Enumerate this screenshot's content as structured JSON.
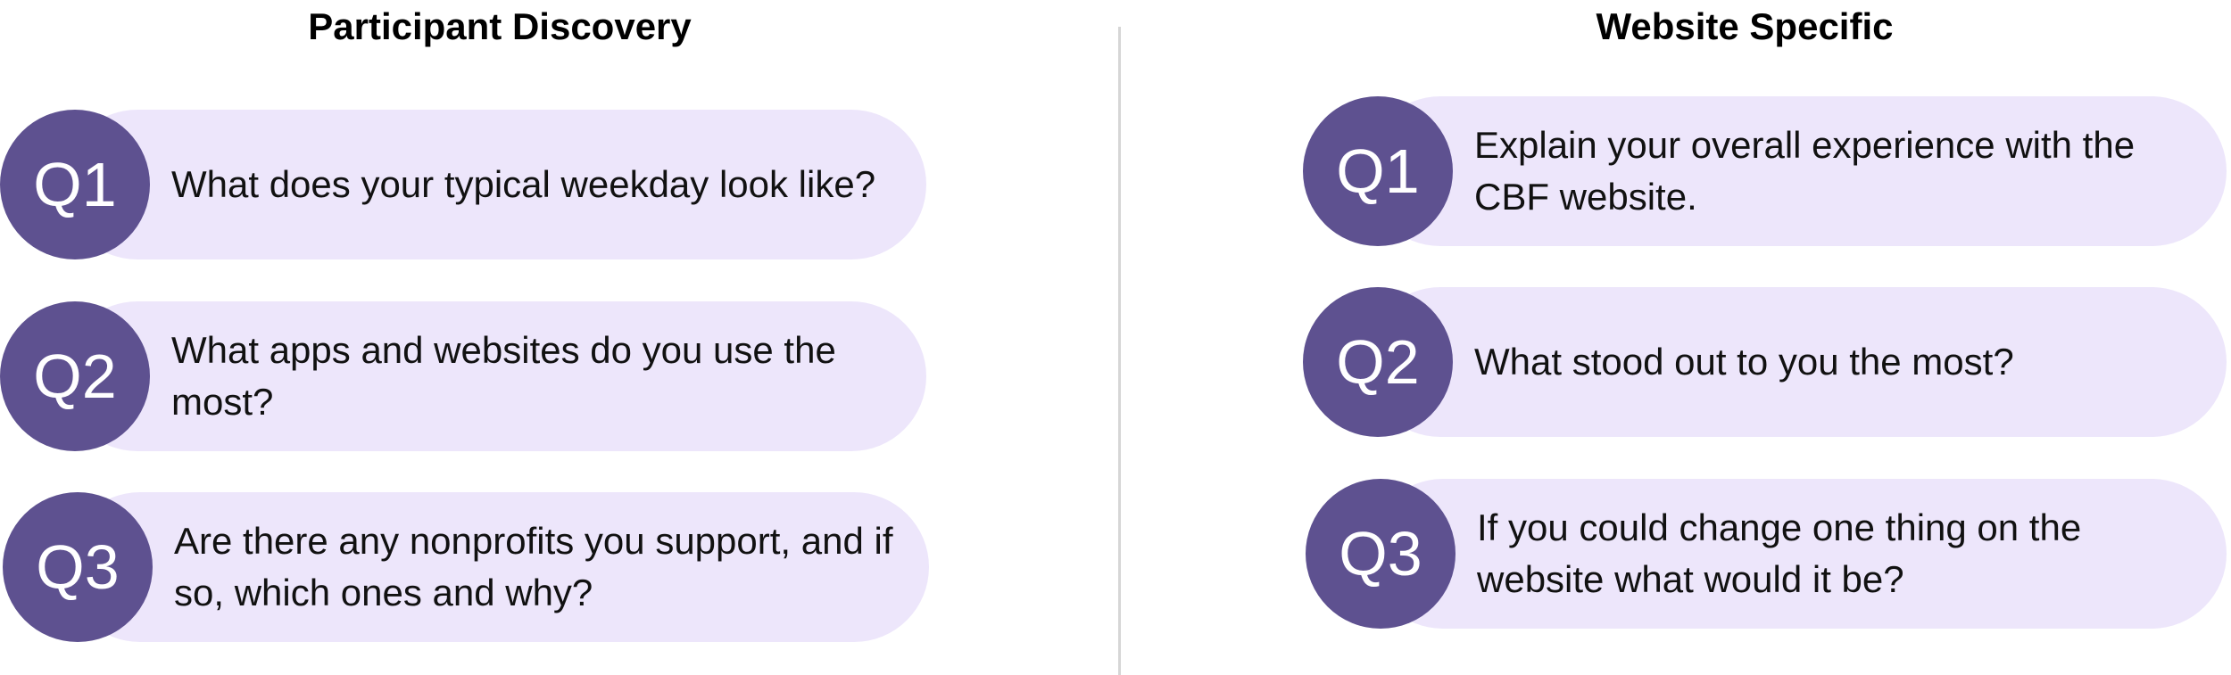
{
  "participant_discovery": {
    "title": "Participant Discovery",
    "questions": [
      {
        "label": "Q1",
        "text": "What does your typical weekday look like?"
      },
      {
        "label": "Q2",
        "text": "What apps and websites do you use the most?"
      },
      {
        "label": "Q3",
        "text": "Are there any nonprofits you support, and if so, which ones and why?"
      }
    ]
  },
  "website_specific": {
    "title": "Website Specific",
    "questions": [
      {
        "label": "Q1",
        "text": "Explain your overall experience with the CBF website."
      },
      {
        "label": "Q2",
        "text": "What stood out to you the most?"
      },
      {
        "label": "Q3",
        "text": "If you could change one thing on the website what would it be?"
      }
    ]
  },
  "colors": {
    "badge": "#5e5190",
    "pill": "#ede6fb",
    "divider": "#d6d6d6"
  }
}
